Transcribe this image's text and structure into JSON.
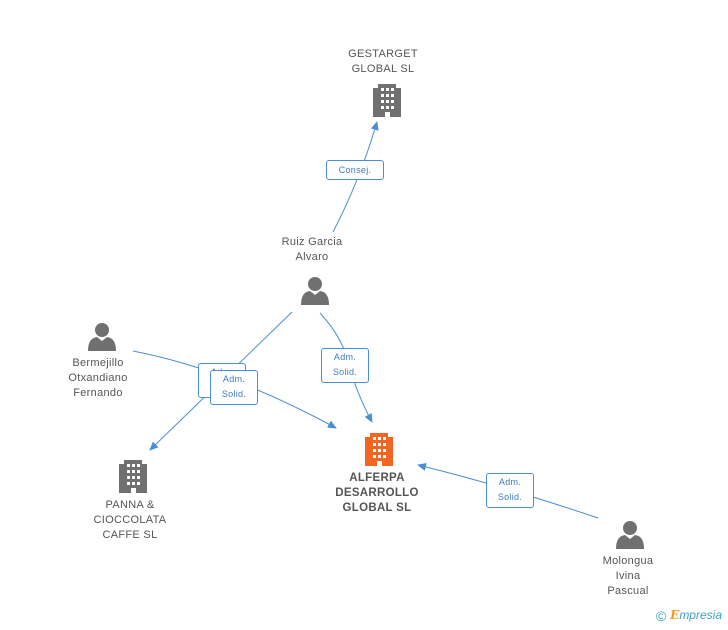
{
  "nodes": {
    "gestarget": {
      "lines": [
        "GESTARGET",
        "GLOBAL SL"
      ],
      "kind": "company"
    },
    "ruiz": {
      "lines": [
        "Ruiz Garcia",
        "Alvaro"
      ],
      "kind": "person"
    },
    "bermejillo": {
      "lines": [
        "Bermejillo",
        "Otxandiano",
        "Fernando"
      ],
      "kind": "person"
    },
    "panna": {
      "lines": [
        "PANNA &",
        "CIOCCOLATA",
        "CAFFE SL"
      ],
      "kind": "company"
    },
    "alferpa": {
      "lines": [
        "ALFERPA",
        "DESARROLLO",
        "GLOBAL SL"
      ],
      "kind": "company-main"
    },
    "molongua": {
      "lines": [
        "Molongua",
        "Ivina",
        "Pascual"
      ],
      "kind": "person"
    }
  },
  "edges": {
    "consej": {
      "lines": [
        "Consej."
      ]
    },
    "ruiz_alferpa": {
      "lines": [
        "Adm.",
        "Solid."
      ]
    },
    "bermejillo_alferpa_back": {
      "lines": [
        "Adm.",
        "Solid."
      ]
    },
    "bermejillo_alferpa": {
      "lines": [
        "Adm.",
        "Solid."
      ]
    },
    "molongua_alferpa": {
      "lines": [
        "Adm.",
        "Solid."
      ]
    }
  },
  "colors": {
    "edge": "#4a8fd6",
    "icon_gray": "#707070",
    "icon_main": "#f26522"
  },
  "footer": {
    "copyright_symbol": "©",
    "brand_initial": "E",
    "brand_rest": "mpresia"
  }
}
